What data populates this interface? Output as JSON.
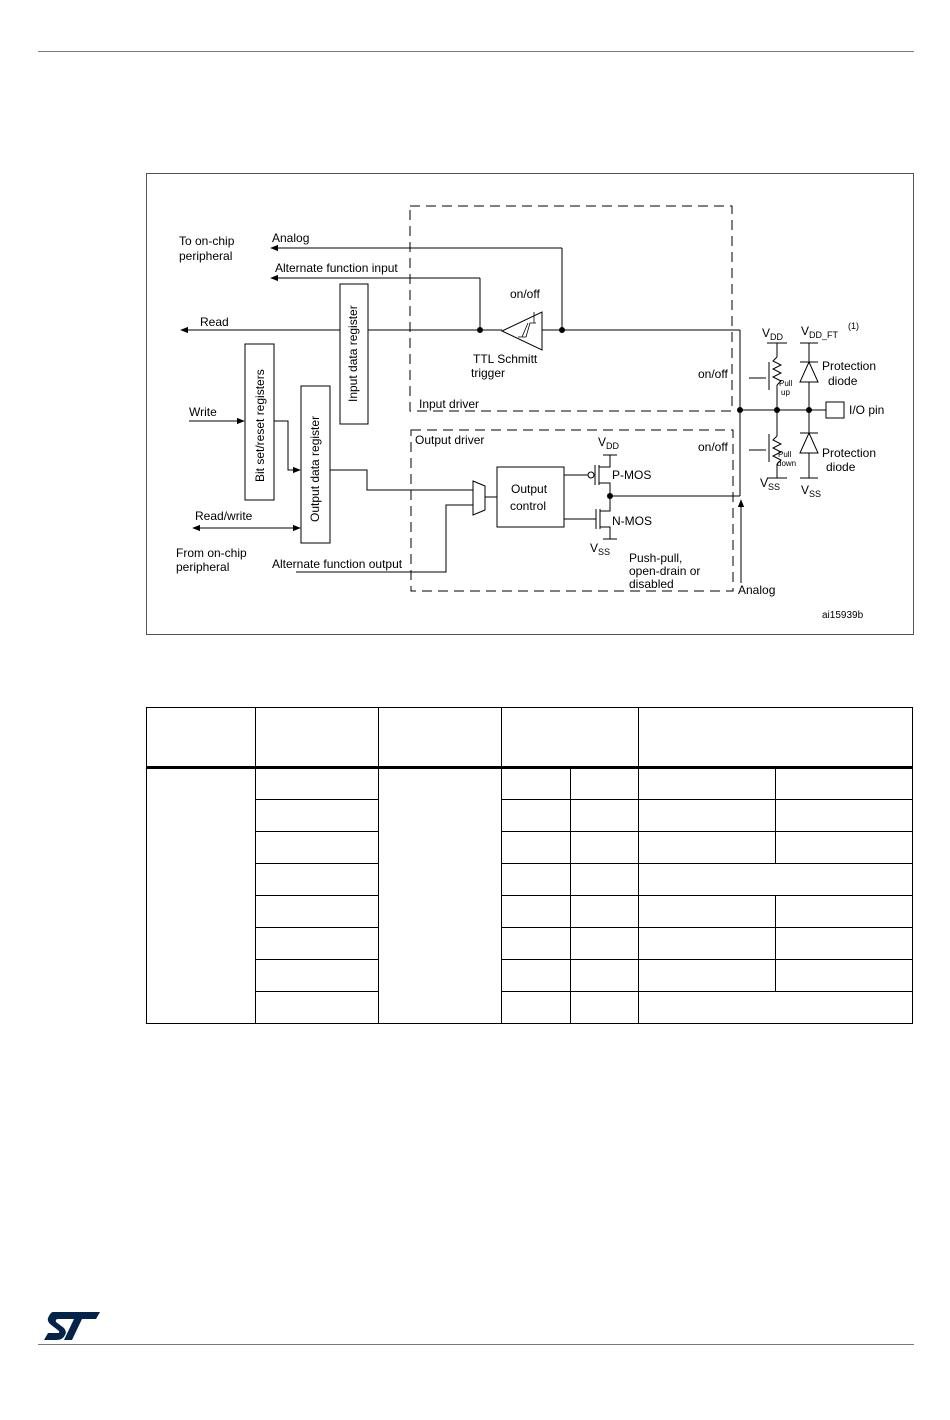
{
  "diagram": {
    "labels": {
      "to_onchip": [
        "To on-chip",
        "peripheral"
      ],
      "analog_top": "Analog",
      "alt_func_input": "Alternate function input",
      "read": "Read",
      "onoff_schmitt": "on/off",
      "input_data_register": "Input data register",
      "ttl_schmitt": [
        "TTL Schmitt",
        "trigger"
      ],
      "input_driver": "Input driver",
      "bit_set_reset": "Bit set/reset registers",
      "write": "Write",
      "output_data_register": "Output data register",
      "output_driver": "Output driver",
      "vdd": "V",
      "vdd_sub": "DD",
      "output_control": [
        "Output",
        "control"
      ],
      "pmos": "P-MOS",
      "nmos": "N-MOS",
      "vss": "V",
      "vss_sub": "SS",
      "read_write": "Read/write",
      "from_onchip": [
        "From on-chip",
        "peripheral"
      ],
      "alt_func_output": "Alternate function output",
      "push_pull": [
        "Push-pull,",
        "open-drain or",
        "disabled"
      ],
      "analog_bottom": "Analog",
      "onoff_pullup": "on/off",
      "onoff_pulldown": "on/off",
      "pull_up": [
        "Pull",
        "up"
      ],
      "pull_down": [
        "Pull",
        "down"
      ],
      "vdd_ft": "V",
      "vdd_ft_sub": "DD_FT",
      "footnote_ref": "(1)",
      "protection_diode_top": [
        "Protection",
        "diode"
      ],
      "protection_diode_bottom": [
        "Protection",
        "diode"
      ],
      "io_pin": "I/O pin",
      "figure_id": "ai15939b"
    }
  },
  "table": {
    "header_cells": 5,
    "body_rows": 8
  },
  "colors": {
    "logo_blue": "#03234b",
    "rule": "#7a7a7a"
  }
}
